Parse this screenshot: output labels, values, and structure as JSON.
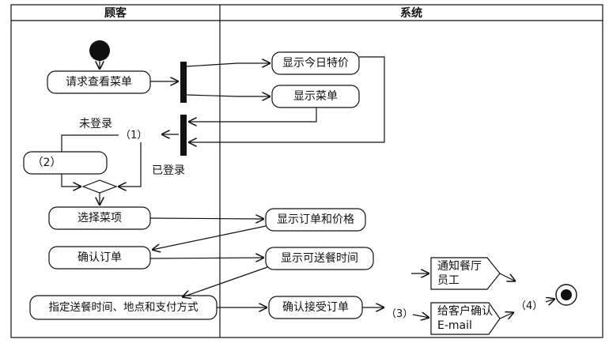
{
  "lanes": {
    "customer": "顾客",
    "system": "系统"
  },
  "actions": {
    "request_menu": "请求查看菜单",
    "show_specials": "显示今日特价",
    "show_menu": "显示菜单",
    "unknown_2": "（2）",
    "select_items": "选择菜项",
    "show_order_price": "显示订单和价格",
    "confirm_order": "确认订单",
    "show_delivery_time": "显示可送餐时间",
    "specify_delivery": "指定送餐时间、地点和支付方式",
    "confirm_accept_order": "确认接受订单",
    "notify_staff": "通知餐厅员工",
    "email_customer": "给客户确认E-mail"
  },
  "guards": {
    "not_logged_in": "未登录",
    "logged_in": "已登录"
  },
  "blanks": {
    "b1": "（1）",
    "b3": "（3）",
    "b4": "（4）"
  },
  "colors": {
    "line": "#111111",
    "background": "#ffffff"
  }
}
